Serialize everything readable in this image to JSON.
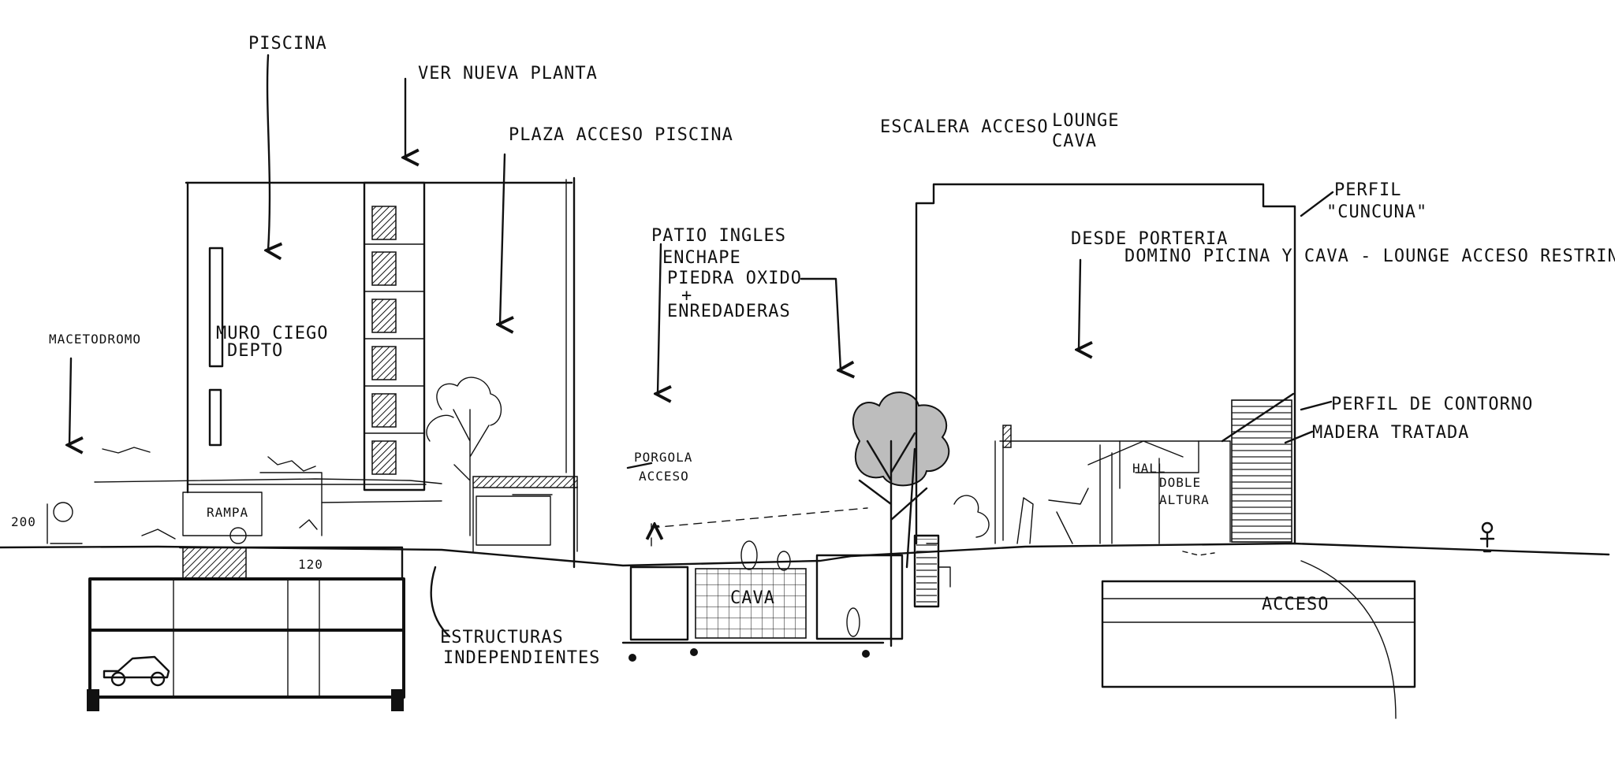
{
  "annotations": {
    "piscina": "PISCINA",
    "ver_nueva_planta": "VER NUEVA PLANTA",
    "plaza_acceso_piscina": "PLAZA ACCESO PISCINA",
    "escalera_acceso": "ESCALERA ACCESO",
    "lounge": "LOUNGE",
    "cava_top": "CAVA",
    "perfil": "PERFIL",
    "cuncuna": "\"CUNCUNA\"",
    "patio_ingles": "PATIO INGLES",
    "enchape": "ENCHAPE",
    "piedra_oxido": "PIEDRA OXIDO",
    "plus": "+",
    "enredaderas": "ENREDADERAS",
    "desde_porteria": "DESDE PORTERIA",
    "dominio_line": "DOMINO PICINA Y CAVA - LOUNGE ACCESO RESTRINGIDO",
    "macetodromo": "MACETODROMO",
    "muro_ciego": "MURO CIEGO",
    "depto": "DEPTO",
    "perfil_contorno": "PERFIL DE CONTORNO",
    "madera_tratada": "MADERA TRATADA",
    "porgola": "PORGOLA",
    "acceso_pergola": "ACCESO",
    "rampa": "RAMPA",
    "dim_200": "200",
    "dim_120": "120",
    "hall": "HALL",
    "doble": "DOBLE",
    "altura": "ALTURA",
    "cava_box": "CAVA",
    "acceso_bottom": "ACCESO",
    "estructuras": "ESTRUCTURAS",
    "independientes": "INDEPENDIENTES"
  },
  "colors": {
    "ink": "#111111",
    "paper": "#ffffff",
    "tree_shade": "#bdbdbd"
  },
  "icons": [
    "tree-icon",
    "car-icon",
    "person-icon",
    "arrow-icon"
  ]
}
